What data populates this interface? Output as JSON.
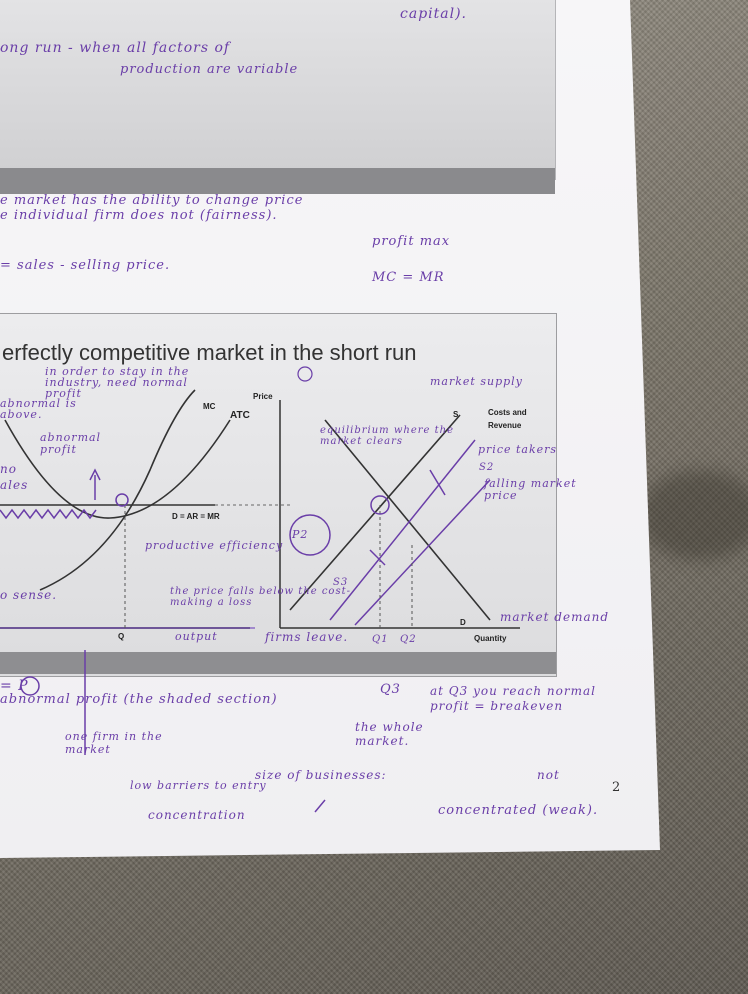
{
  "scene": {
    "chart_title": "erfectly competitive market in the short run",
    "printed_labels": {
      "mc": "MC",
      "atc": "ATC",
      "price": "Price",
      "d_ar_mr": "D = AR = MR",
      "q": "Q",
      "costs_revenue": "Costs and Revenue",
      "s": "S",
      "d": "D",
      "quantity": "Quantity"
    },
    "handwriting": {
      "top1": "capital).",
      "top2": "ong run - when all factors of",
      "top3": "production are variable",
      "line1": "e market has the ability to change price",
      "line2": "e individual firm does not (fairness).",
      "profit_max": "profit max",
      "mc_mr": "MC = MR",
      "sales_price": "= sales - selling price.",
      "chart_note": "in order to stay in the industry, need normal profit",
      "abnormal_above": "abnormal is above.",
      "abnormal_profit": "abnormal profit",
      "no": "no",
      "ales": "ales",
      "sense": "o sense.",
      "productive": "productive efficiency",
      "p2": "P2",
      "equilibrium": "equilibrium where the market clears",
      "market_supply": "market supply",
      "price_takers": "price takers",
      "s2": "S2",
      "s3": "S3",
      "falling_price": "falling market price",
      "price_falls": "the price falls below the cost-making a loss",
      "output": "output",
      "leave": "firms leave.",
      "q1": "Q1",
      "q2": "Q2",
      "market_demand": "market demand",
      "circle_p": "= P",
      "abnormal_shaded": "abnormal profit (the shaded section)",
      "q3": "Q3",
      "at_q3": "at Q3 you reach normal profit = breakeven",
      "whole_market": "the whole market.",
      "one_firm": "one firm in the market",
      "size_business": "size of businesses:",
      "not": "not",
      "two": "2",
      "concentrated": "concentrated (weak).",
      "low_barriers": "low barriers to entry",
      "concentration": "concentration"
    }
  }
}
